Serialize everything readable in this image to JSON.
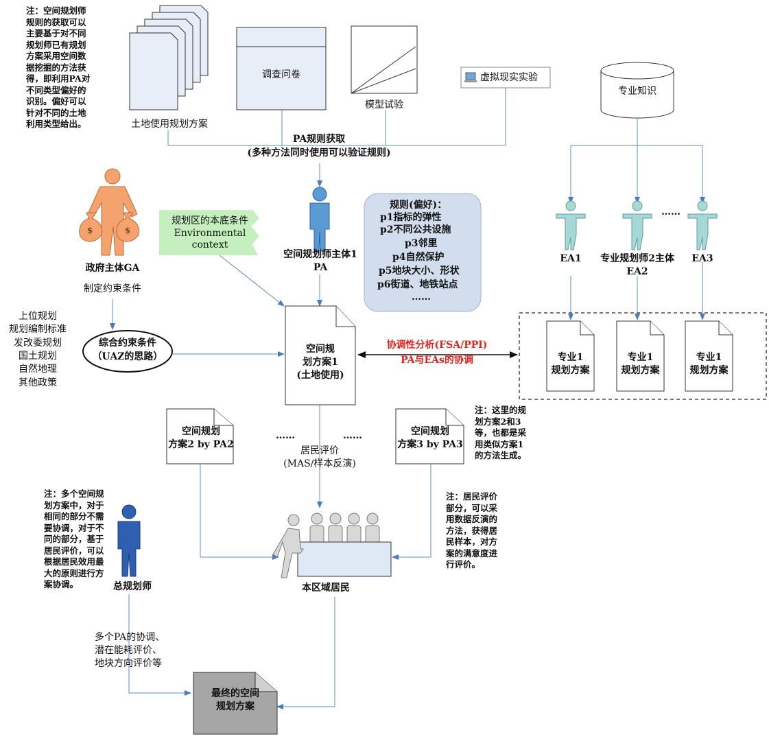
{
  "colors": {
    "arrow": "#5b8cc9",
    "doc_fill": "#e8eef8",
    "stakeholder_orange": "#f4a36f",
    "planner_blue": "#5b9bd5",
    "expert_teal": "#a7d8d8",
    "chief_blue": "#2e5fb0",
    "env_green": "#c6efc0",
    "rules_box": "#d2deee",
    "final_doc": "#a6a6a6",
    "red_text": "#e0231c"
  },
  "notes": {
    "top_left": "注：空间规划师\n规则的获取可以\n主要基于对不同\n规划师已有规划\n方案采用空间数\n据挖掘的方法获\n得，即利用PA对\n不同类型偏好的\n识别。偏好可以\n针对不同的土地\n利用类型给出。",
    "right_mid": "注：这里的规\n划方案2和3\n等，也都是采\n用类似方案1\n的方法生成。",
    "left_bottom": "注：多个空间规\n划方案中，对于\n相同的部分不需\n要协调，对于不\n同的部分，基于\n居民评价，可以\n根据居民效用最\n大的原则进行方\n案协调。",
    "right_bottom": "注：居民评价\n部分，可以采\n用数据反演的\n方法，获得居\n民样本，对方\n案的满意度进\n行评价。"
  },
  "sources": {
    "land_use_plans": "土地使用规划方案",
    "questionnaire": "调查问卷",
    "model_test": "模型试验",
    "vr_experiment": "虚拟现实实验",
    "expert_knowledge": "专业知识"
  },
  "pa_rules": {
    "title": "PA规则获取",
    "subtitle": "(多种方法同时使用可以验证规则)"
  },
  "government": {
    "label": "政府主体GA",
    "constraint_action": "制定约束条件",
    "constraint_box": "综合约束条件\n（UAZ的思路）",
    "inputs": "上位规划\n规划编制标准\n发改委规划\n国土规划\n自然地理\n其他政策"
  },
  "environment": {
    "label": "规划区的本底条件\nEnvironmental\ncontext"
  },
  "planner1": {
    "label": "空间规划师主体1\nPA"
  },
  "rules": {
    "title": "规则(偏好)：",
    "items": [
      "p1指标的弹性",
      "p2不同公共设施",
      "p3邻里",
      "p4自然保护",
      "p5地块大小、形状",
      "p6街道、地铁站点",
      "……"
    ]
  },
  "experts": {
    "ea1": "EA1",
    "ea2": "专业规划师2主体\nEA2",
    "ea3": "EA3",
    "ellipsis": "……",
    "plans": [
      "专业1\n规划方案",
      "专业1\n规划方案",
      "专业1\n规划方案"
    ]
  },
  "plan1": {
    "label": "空间规\n划方案1\n(土地使用)"
  },
  "coordination": {
    "line1": "协调性分析(FSA/PPI)",
    "line2": "PA与EAs的协调"
  },
  "plan2": {
    "label": "空间规划\n方案2 by PA2"
  },
  "plan3": {
    "label": "空间规划\n方案3 by PA3"
  },
  "resident_eval": {
    "ellipsis_left": "……",
    "ellipsis_right": "……",
    "label": "居民评价\n(MAS/样本反演)"
  },
  "residents": {
    "label": "本区域居民"
  },
  "chief": {
    "label": "总规划师",
    "eval_text": "多个PA的协调、\n潜在能耗评价、\n地块方向评价等"
  },
  "final_plan": {
    "label": "最终的空间\n规划方案"
  }
}
